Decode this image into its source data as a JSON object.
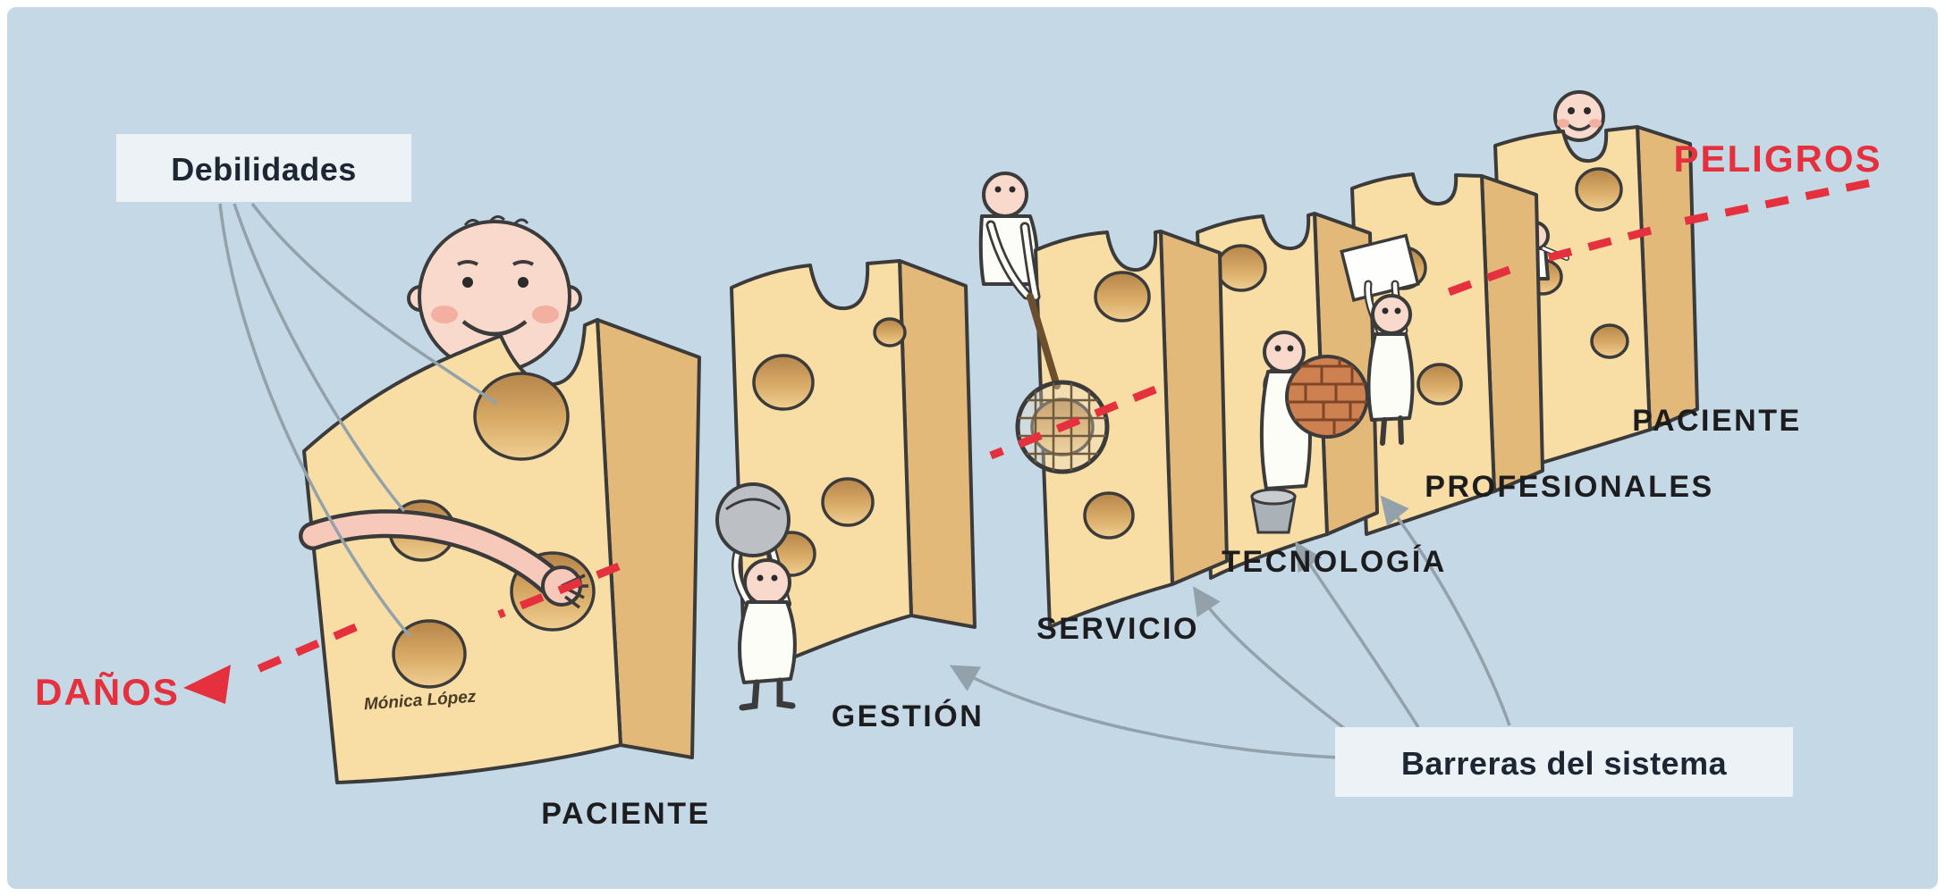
{
  "diagram": {
    "labels": {
      "weaknesses": "Debilidades",
      "hazards": "PELIGROS",
      "damages": "DAÑOS",
      "barriers": "Barreras del sistema",
      "signature": "Mónica López"
    },
    "slices": [
      {
        "label": "PACIENTE"
      },
      {
        "label": "GESTIÓN"
      },
      {
        "label": "SERVICIO"
      },
      {
        "label": "TECNOLOGÍA"
      },
      {
        "label": "PROFESIONALES"
      },
      {
        "label": "PACIENTE"
      }
    ],
    "figures": [
      {
        "name": "large-patient-head"
      },
      {
        "name": "arm-reaching-through-hole"
      },
      {
        "name": "person-plugging-hole-with-stone"
      },
      {
        "name": "person-catching-hazard-with-net"
      },
      {
        "name": "person-with-brick-wall-and-bucket"
      },
      {
        "name": "person-patching-hole-with-sheet"
      },
      {
        "name": "head-peeking-over-last-slice"
      },
      {
        "name": "small-person-grabbing-hazard-line"
      }
    ],
    "colors": {
      "background": "#c5d8e6",
      "cheese_front": "#f8dda4",
      "cheese_side": "#e3b97a",
      "hole_dark": "#b5854a",
      "outline": "#3b3b3b",
      "hazard_red": "#e5303e",
      "connector_gray": "#93a1ab",
      "label_box": "#edf2f7",
      "label_text": "#1d1d1f",
      "skin": "#f8d9cc"
    }
  }
}
